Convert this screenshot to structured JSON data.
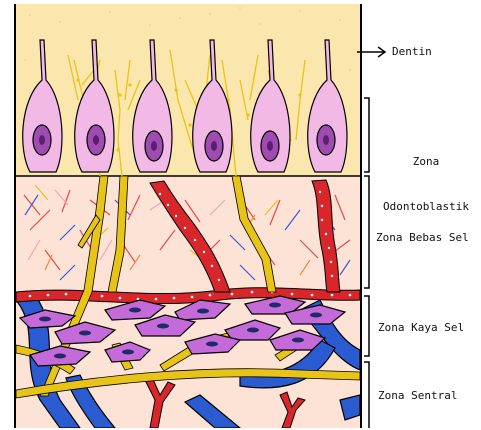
{
  "labels": {
    "dentin": "Dentin",
    "odontoblast_line1": "Zona",
    "odontoblast_line2": "Odontoblastik",
    "cell_free": "Zona Bebas Sel",
    "cell_rich": "Zona Kaya Sel",
    "central": "Zona Sentral"
  },
  "colors": {
    "dentin": "#fbe6ad",
    "pulp": "#fde2d6",
    "odontoblast": "#f2b8e6",
    "nucleus": "#a04bb0",
    "nerve": "#e8c418",
    "vessel_red": "#d9262a",
    "vessel_blue": "#2b5bd1",
    "fibroblast": "#c56bd9",
    "fibroblast_nucleus": "#1f2b6b"
  }
}
